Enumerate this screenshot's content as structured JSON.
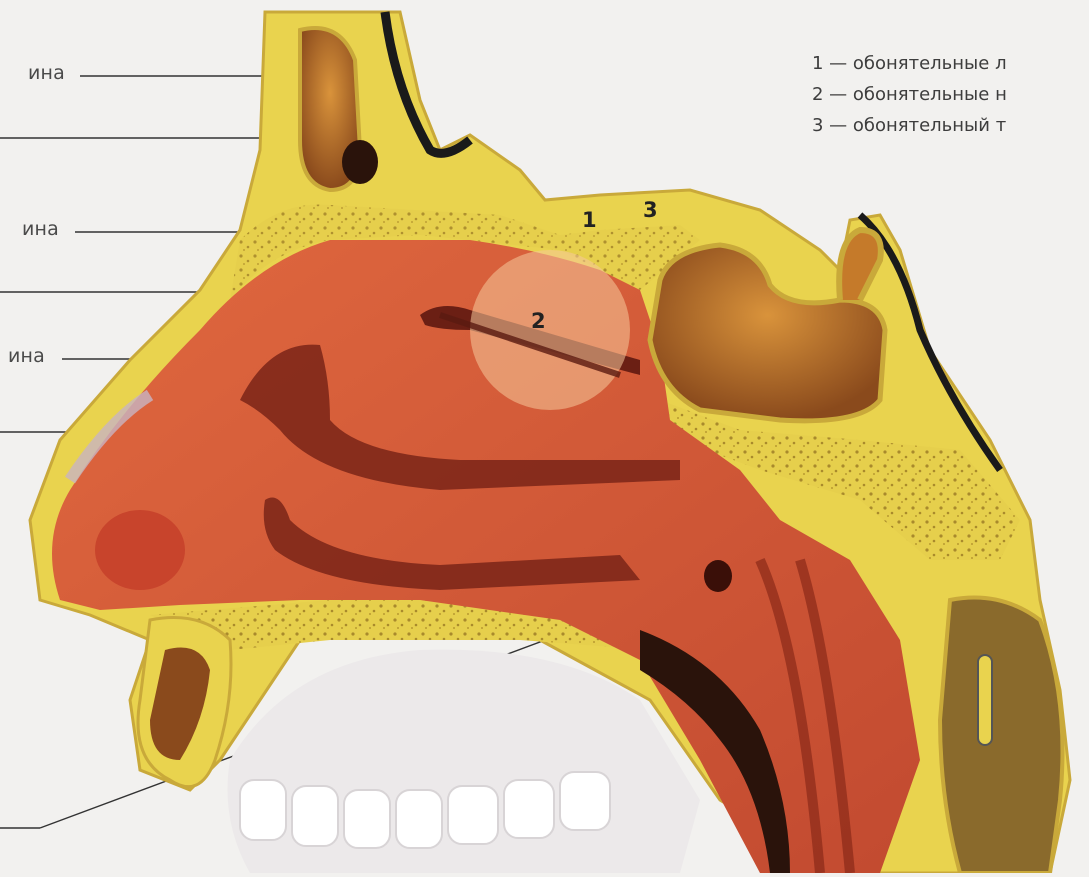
{
  "side_labels": [
    "ина",
    "ина",
    "ина"
  ],
  "legend": [
    "1 — обонятельные л",
    "2 — обонятельные н",
    "3 — обонятельный т"
  ],
  "markers": [
    "1",
    "3",
    "2"
  ],
  "colors": {
    "background": "#f2f1ef",
    "bone": "#e9d34e",
    "bone_dark": "#c9a93a",
    "mucosa": "#d2573a",
    "mucosa_dark": "#7a2418",
    "sinus": "#c57a2a",
    "skin_outline": "#1a1a1a",
    "olfactory_region": "#f6c99a"
  }
}
